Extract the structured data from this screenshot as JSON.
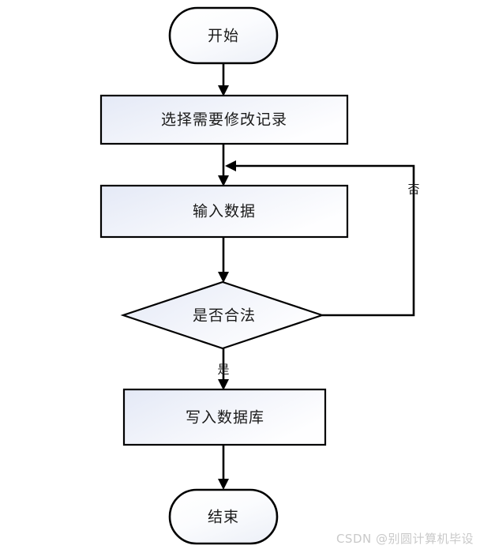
{
  "diagram": {
    "type": "flowchart",
    "title": "",
    "orientation": "top-to-bottom",
    "colors": {
      "stroke": "#000000",
      "node_fill_start": "#e6ebf6",
      "node_fill_end": "#fdfdff",
      "text": "#1a1a1a",
      "watermark": "#c9c9c9",
      "background": "#ffffff"
    },
    "nodes": [
      {
        "id": "start",
        "label": "开始",
        "shape": "terminator"
      },
      {
        "id": "select",
        "label": "选择需要修改记录",
        "shape": "process"
      },
      {
        "id": "input",
        "label": "输入数据",
        "shape": "process"
      },
      {
        "id": "validate",
        "label": "是否合法",
        "shape": "decision"
      },
      {
        "id": "write",
        "label": "写入数据库",
        "shape": "process"
      },
      {
        "id": "end",
        "label": "结束",
        "shape": "terminator"
      }
    ],
    "edges": [
      {
        "from": "start",
        "to": "select",
        "label": ""
      },
      {
        "from": "select",
        "to": "input",
        "label": ""
      },
      {
        "from": "input",
        "to": "validate",
        "label": ""
      },
      {
        "from": "validate",
        "to": "write",
        "label": "是"
      },
      {
        "from": "validate",
        "to": "input",
        "label": "否"
      },
      {
        "from": "write",
        "to": "end",
        "label": ""
      }
    ]
  },
  "watermark": {
    "text": "CSDN @别圆计算机毕设"
  }
}
